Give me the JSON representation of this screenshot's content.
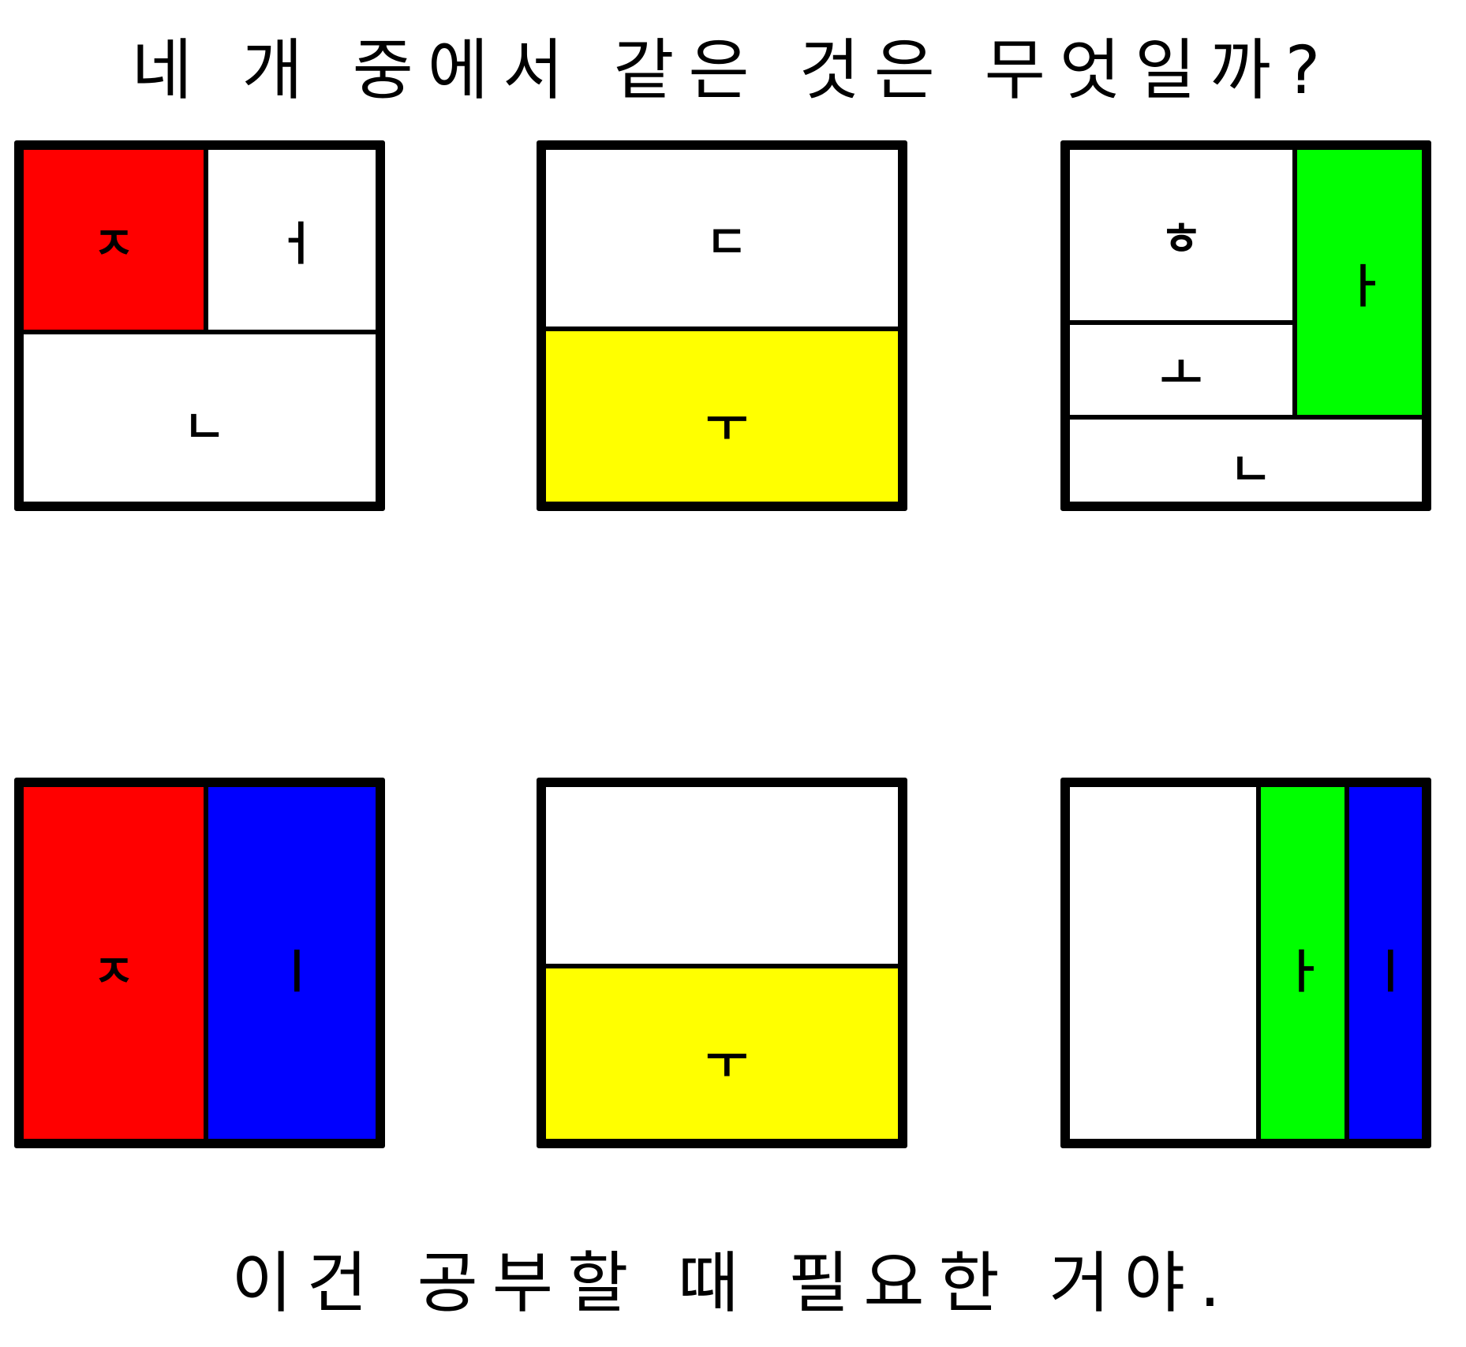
{
  "question": "네 개 중에서 같은 것은 무엇일까?",
  "hint": "이건 공부할 때 필요한 거야.",
  "colors": {
    "red": "#ff0000",
    "yellow": "#ffff00",
    "green": "#00ff00",
    "blue": "#0000ff",
    "white": "#ffffff",
    "border": "#000000"
  },
  "puzzles": {
    "p1": {
      "c1": "ㅈ",
      "c2": "ㅓ",
      "c3": "ㄴ"
    },
    "p2": {
      "c1": "ㄷ",
      "c2": "ㅜ"
    },
    "p3": {
      "c1": "ㅎ",
      "c2": "ㅏ",
      "c3": "ㅗ",
      "c4": "ㄴ"
    },
    "p4": {
      "c1": "ㅈ",
      "c2": "ㅣ"
    },
    "p5": {
      "c1": "",
      "c2": "ㅜ"
    },
    "p6": {
      "c1": "",
      "c2": "ㅏ",
      "c3": "ㅣ"
    }
  }
}
